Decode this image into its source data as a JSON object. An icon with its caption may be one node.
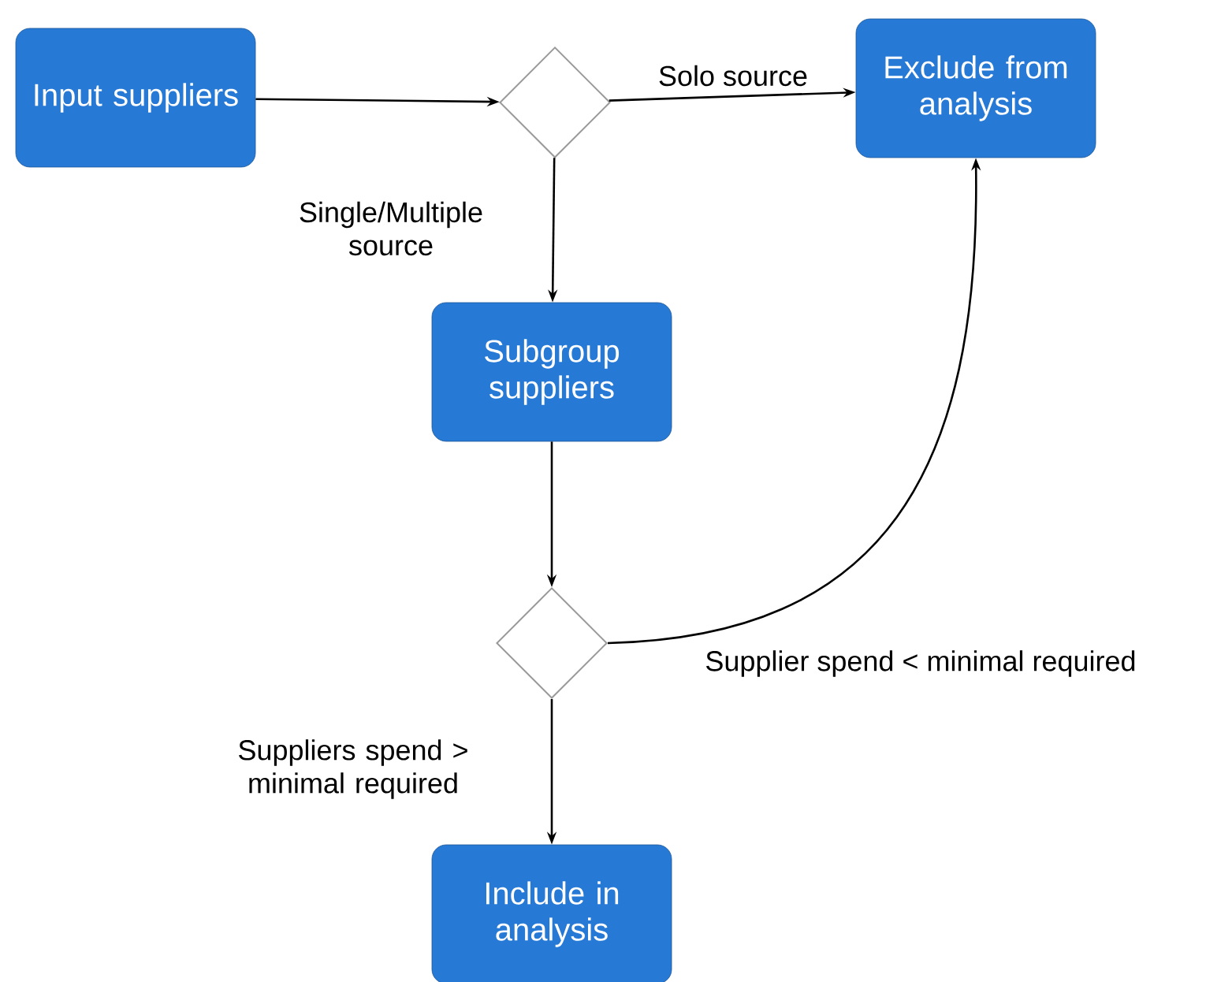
{
  "diagram": {
    "nodes": [
      {
        "text": [
          "Input suppliers"
        ]
      },
      {
        "text": [],
        "shape": "diamond"
      },
      {
        "text": [
          "Exclude from analysis"
        ]
      },
      {
        "text": [
          "Subgroup suppliers"
        ]
      },
      {
        "text": [],
        "shape": "diamond"
      },
      {
        "text": [
          "Include in analysis"
        ]
      }
    ],
    "edges": [
      {
        "from": 0,
        "to": 1,
        "arrow": "to"
      },
      {
        "from": 1,
        "to": 2,
        "arrow": "to",
        "label": "Solo source"
      },
      {
        "from": 1,
        "to": 3,
        "arrow": "to",
        "label": "Single/Multiple source"
      },
      {
        "from": 3,
        "to": 4,
        "arrow": "to"
      },
      {
        "from": 4,
        "to": 2,
        "arrow": "to",
        "label": "Supplier spend < minimal required"
      },
      {
        "from": 4,
        "to": 5,
        "arrow": "to",
        "label": "Suppliers spend > minimal required"
      }
    ]
  }
}
